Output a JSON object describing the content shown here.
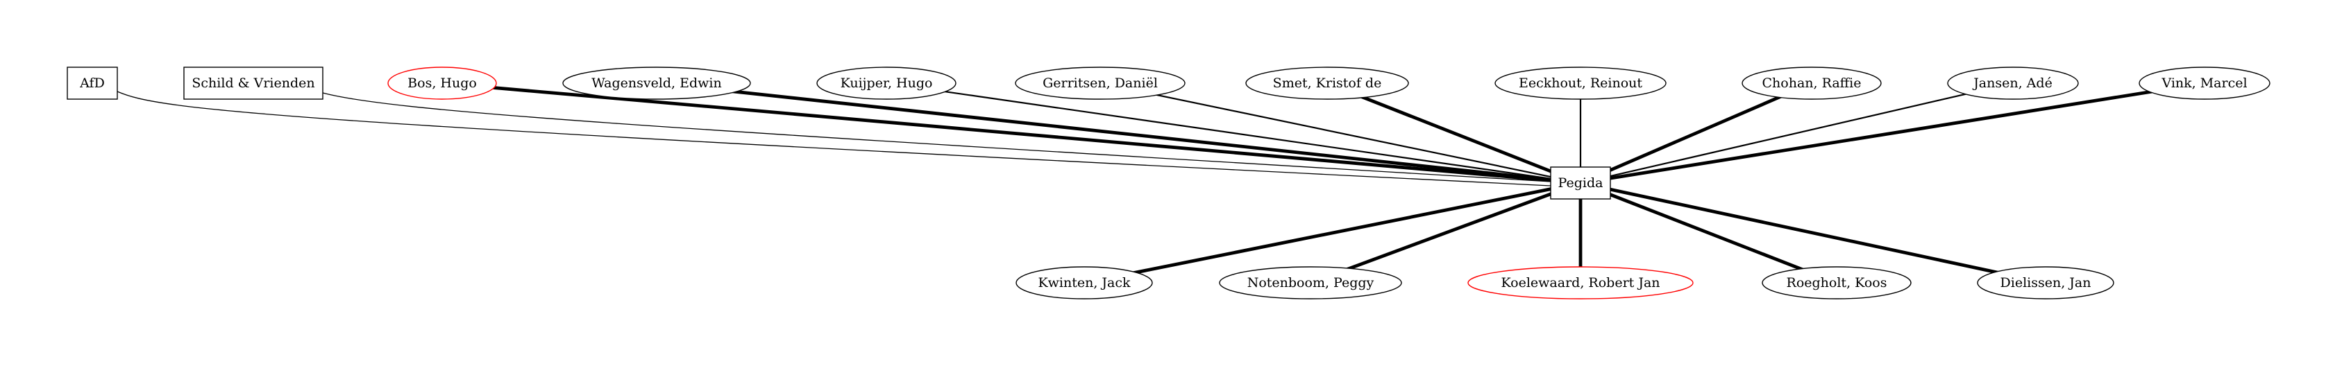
{
  "colors": {
    "background": "#ffffff",
    "default_stroke": "#000000",
    "highlight_stroke": "#ff0000"
  },
  "nodes": [
    {
      "id": "afd",
      "label": "AfD",
      "shape": "box",
      "highlight": false
    },
    {
      "id": "schild",
      "label": "Schild & Vrienden",
      "shape": "box",
      "highlight": false
    },
    {
      "id": "bos",
      "label": "Bos, Hugo",
      "shape": "ellipse",
      "highlight": true
    },
    {
      "id": "wagensveld",
      "label": "Wagensveld, Edwin",
      "shape": "ellipse",
      "highlight": false
    },
    {
      "id": "kuijper",
      "label": "Kuijper, Hugo",
      "shape": "ellipse",
      "highlight": false
    },
    {
      "id": "gerritsen",
      "label": "Gerritsen, Daniël",
      "shape": "ellipse",
      "highlight": false
    },
    {
      "id": "smet",
      "label": "Smet, Kristof de",
      "shape": "ellipse",
      "highlight": false
    },
    {
      "id": "eeckhout",
      "label": "Eeckhout, Reinout",
      "shape": "ellipse",
      "highlight": false
    },
    {
      "id": "chohan",
      "label": "Chohan, Raffie",
      "shape": "ellipse",
      "highlight": false
    },
    {
      "id": "jansen",
      "label": "Jansen, Adé",
      "shape": "ellipse",
      "highlight": false
    },
    {
      "id": "vink",
      "label": "Vink, Marcel",
      "shape": "ellipse",
      "highlight": false
    },
    {
      "id": "pegida",
      "label": "Pegida",
      "shape": "box",
      "highlight": false
    },
    {
      "id": "kwinten",
      "label": "Kwinten, Jack",
      "shape": "ellipse",
      "highlight": false
    },
    {
      "id": "notenboom",
      "label": "Notenboom, Peggy",
      "shape": "ellipse",
      "highlight": false
    },
    {
      "id": "koelewaard",
      "label": "Koelewaard, Robert Jan",
      "shape": "ellipse",
      "highlight": true
    },
    {
      "id": "roegholt",
      "label": "Roegholt, Koos",
      "shape": "ellipse",
      "highlight": false
    },
    {
      "id": "dielissen",
      "label": "Dielissen, Jan",
      "shape": "ellipse",
      "highlight": false
    }
  ],
  "edges": [
    {
      "from": "afd",
      "to": "pegida",
      "weight": "thin"
    },
    {
      "from": "schild",
      "to": "pegida",
      "weight": "thin"
    },
    {
      "from": "bos",
      "to": "pegida",
      "weight": "thick"
    },
    {
      "from": "wagensveld",
      "to": "pegida",
      "weight": "thick"
    },
    {
      "from": "kuijper",
      "to": "pegida",
      "weight": "medium"
    },
    {
      "from": "gerritsen",
      "to": "pegida",
      "weight": "medium"
    },
    {
      "from": "smet",
      "to": "pegida",
      "weight": "thick"
    },
    {
      "from": "eeckhout",
      "to": "pegida",
      "weight": "medium"
    },
    {
      "from": "chohan",
      "to": "pegida",
      "weight": "thick"
    },
    {
      "from": "jansen",
      "to": "pegida",
      "weight": "medium"
    },
    {
      "from": "vink",
      "to": "pegida",
      "weight": "thick"
    },
    {
      "from": "pegida",
      "to": "kwinten",
      "weight": "thick"
    },
    {
      "from": "pegida",
      "to": "notenboom",
      "weight": "thick"
    },
    {
      "from": "pegida",
      "to": "koelewaard",
      "weight": "thick"
    },
    {
      "from": "pegida",
      "to": "roegholt",
      "weight": "thick"
    },
    {
      "from": "pegida",
      "to": "dielissen",
      "weight": "thick"
    }
  ]
}
